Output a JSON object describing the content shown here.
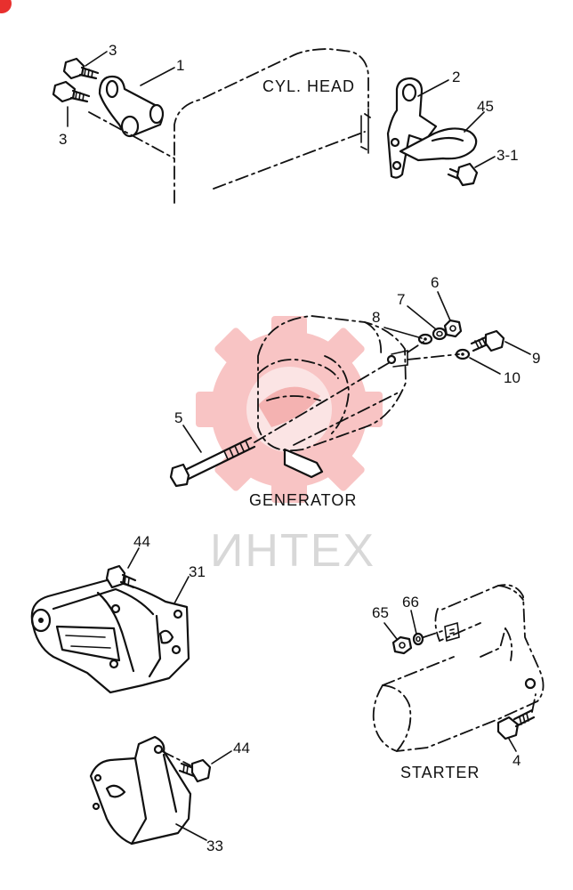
{
  "labels": {
    "cyl_head": "CYL. HEAD",
    "generator": "GENERATOR",
    "starter": "STARTER"
  },
  "parts": {
    "p1": "1",
    "p2": "2",
    "p3a": "3",
    "p3b": "3",
    "p3_1": "3-1",
    "p45": "45",
    "p4": "4",
    "p5": "5",
    "p6": "6",
    "p7": "7",
    "p8": "8",
    "p9": "9",
    "p10": "10",
    "p31": "31",
    "p33": "33",
    "p44a": "44",
    "p44b": "44",
    "p65": "65",
    "p66": "66"
  },
  "watermark": {
    "text": "ИНТЕХ",
    "color": "#e8302e"
  }
}
